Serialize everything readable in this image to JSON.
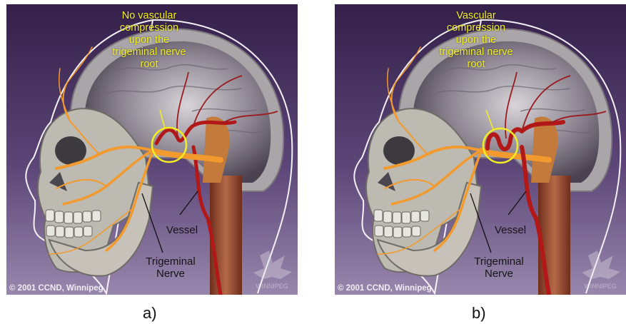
{
  "panels": [
    {
      "callout": "No vascular\ncompression\nupon the\ntrigeminal nerve\nroot",
      "vessel_label": "Vessel",
      "nerve_label": "Trigeminal\nNerve",
      "copyright": "© 2001 CCND, Winnipeg",
      "watermark": "WINNIPEG",
      "caption": "a)",
      "compression": false
    },
    {
      "callout": "Vascular\ncompression\nupon the\ntrigeminal nerve\nroot",
      "vessel_label": "Vessel",
      "nerve_label": "Trigeminal\nNerve",
      "copyright": "© 2001 CCND, Winnipeg",
      "watermark": "WINNIPEG",
      "caption": "b)",
      "compression": true
    }
  ],
  "colors": {
    "background_top": "#3a2450",
    "background_bottom": "#8a78a2",
    "callout_text": "#f2ee22",
    "nerve": "#f29a2e",
    "vessel": "#b31818",
    "bone": "#b9b6ae"
  }
}
